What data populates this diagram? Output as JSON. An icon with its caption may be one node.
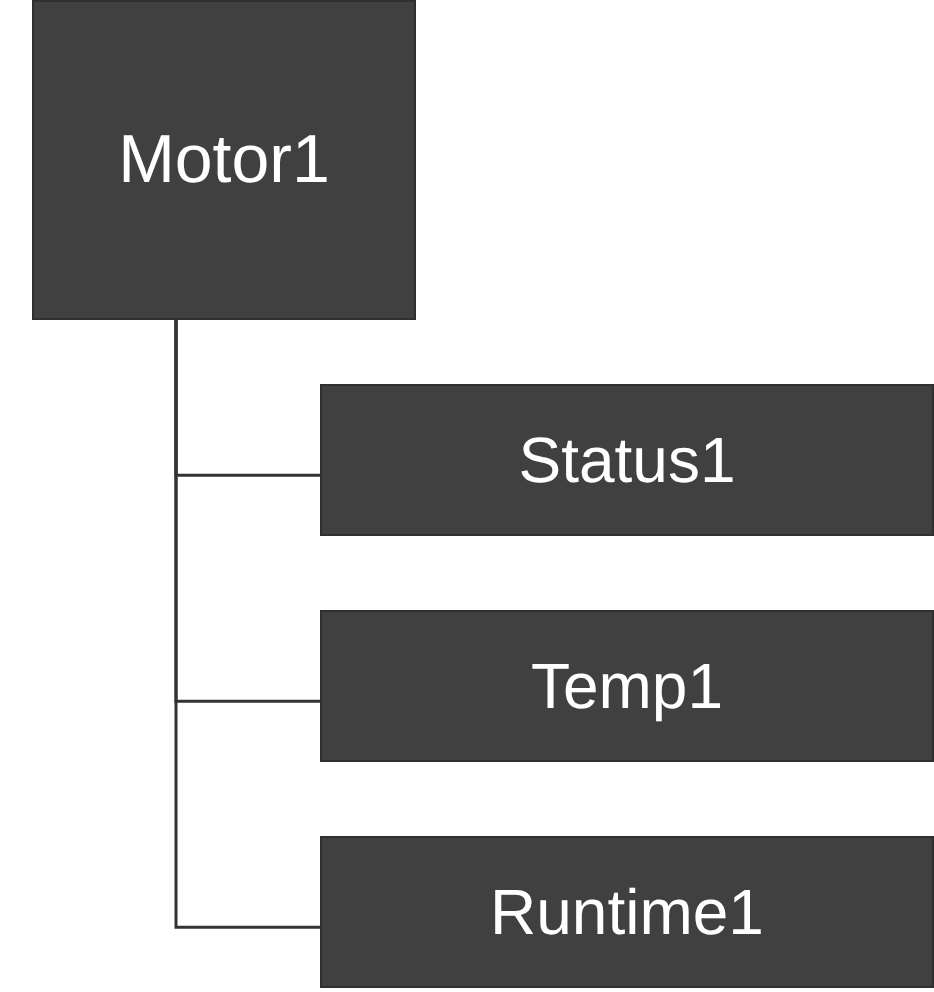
{
  "diagram": {
    "nodes": [
      {
        "text": [
          "Motor1"
        ]
      },
      {
        "text": [
          "Status1"
        ]
      },
      {
        "text": [
          "Temp1"
        ]
      },
      {
        "text": [
          "Runtime1"
        ]
      }
    ],
    "edges": [
      {
        "from": 0,
        "to": 1,
        "arrow": "none"
      },
      {
        "from": 0,
        "to": 2,
        "arrow": "none"
      },
      {
        "from": 0,
        "to": 3,
        "arrow": "none"
      }
    ]
  }
}
